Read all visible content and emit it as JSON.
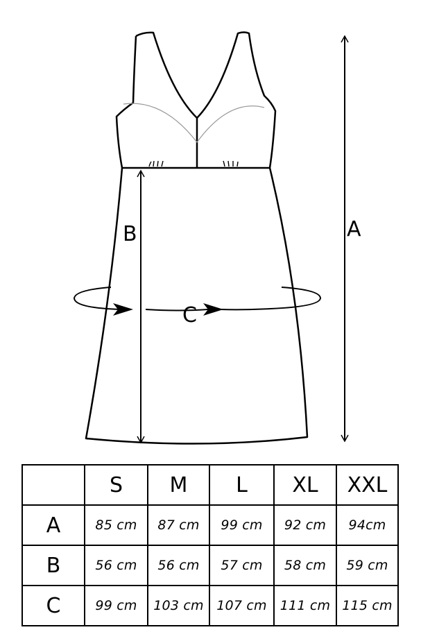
{
  "diagram": {
    "labels": {
      "a": "A",
      "b": "B",
      "c": "C"
    }
  },
  "table": {
    "corner": "",
    "sizes": [
      "S",
      "M",
      "L",
      "XL",
      "XXL"
    ],
    "rows": [
      {
        "label": "A",
        "values": [
          "85 cm",
          "87 cm",
          "99 cm",
          "92 cm",
          "94cm"
        ]
      },
      {
        "label": "B",
        "values": [
          "56 cm",
          "56 cm",
          "57 cm",
          "58 cm",
          "59 cm"
        ]
      },
      {
        "label": "C",
        "values": [
          "99 cm",
          "103 cm",
          "107 cm",
          "111 cm",
          "115 cm"
        ]
      }
    ]
  }
}
